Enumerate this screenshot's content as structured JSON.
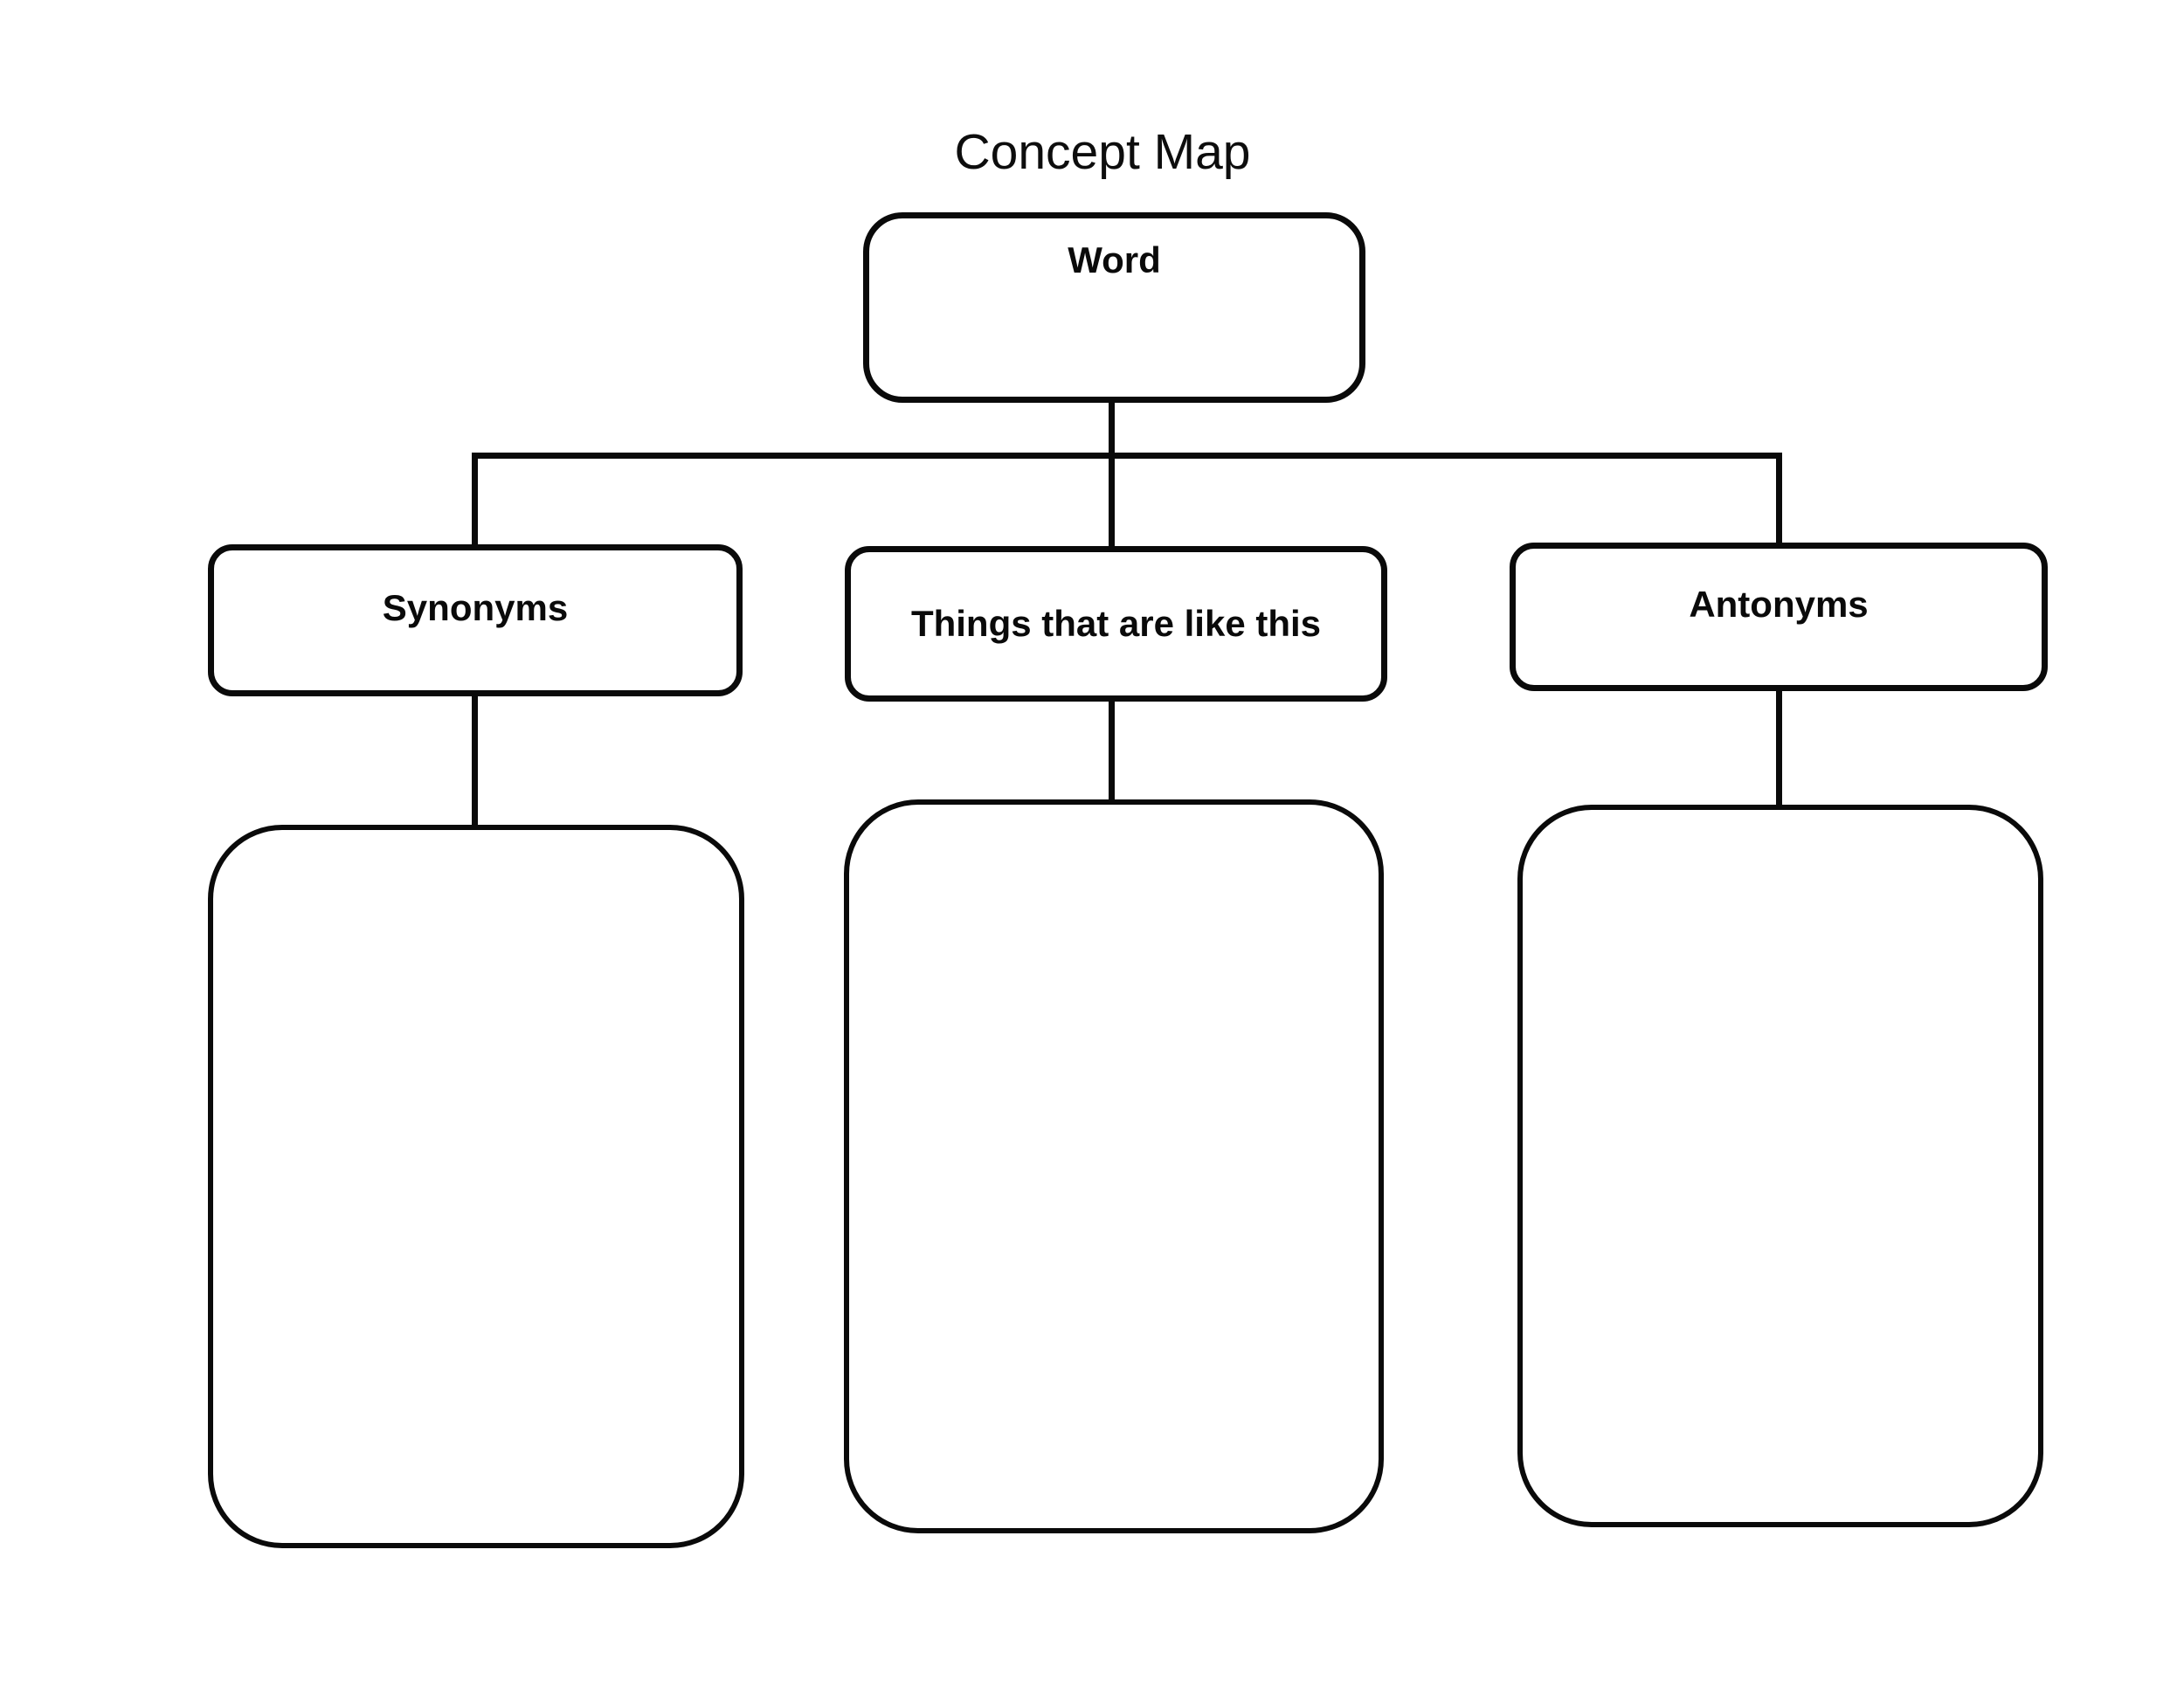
{
  "page": {
    "title": "Concept Map",
    "background": "#ffffff",
    "ink_color": "#0a0a0a"
  },
  "map": {
    "root": {
      "label": "Word"
    },
    "branches": [
      {
        "id": "synonyms",
        "label": "Synonyms"
      },
      {
        "id": "things-like-this",
        "label": "Things that are like this"
      },
      {
        "id": "antonyms",
        "label": "Antonyms"
      }
    ]
  }
}
